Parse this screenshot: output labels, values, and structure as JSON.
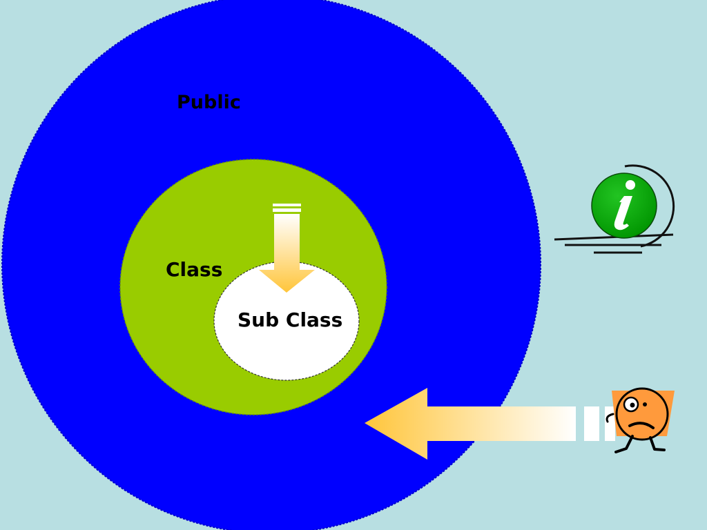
{
  "diagram": {
    "labels": {
      "public": "Public",
      "class": "Class",
      "sub_class": "Sub Class"
    },
    "colors": {
      "background": "#b8dfe2",
      "public_circle": "#0000ff",
      "class_circle": "#99cc00",
      "sub_class_circle": "#ffffff",
      "arrow_gradient_start": "#ffc53a",
      "arrow_gradient_end": "#ffffff",
      "info_icon": "#00a800",
      "person_face": "#ff9a3c"
    },
    "icons": {
      "info": "info-icon",
      "person": "person-icon"
    }
  }
}
